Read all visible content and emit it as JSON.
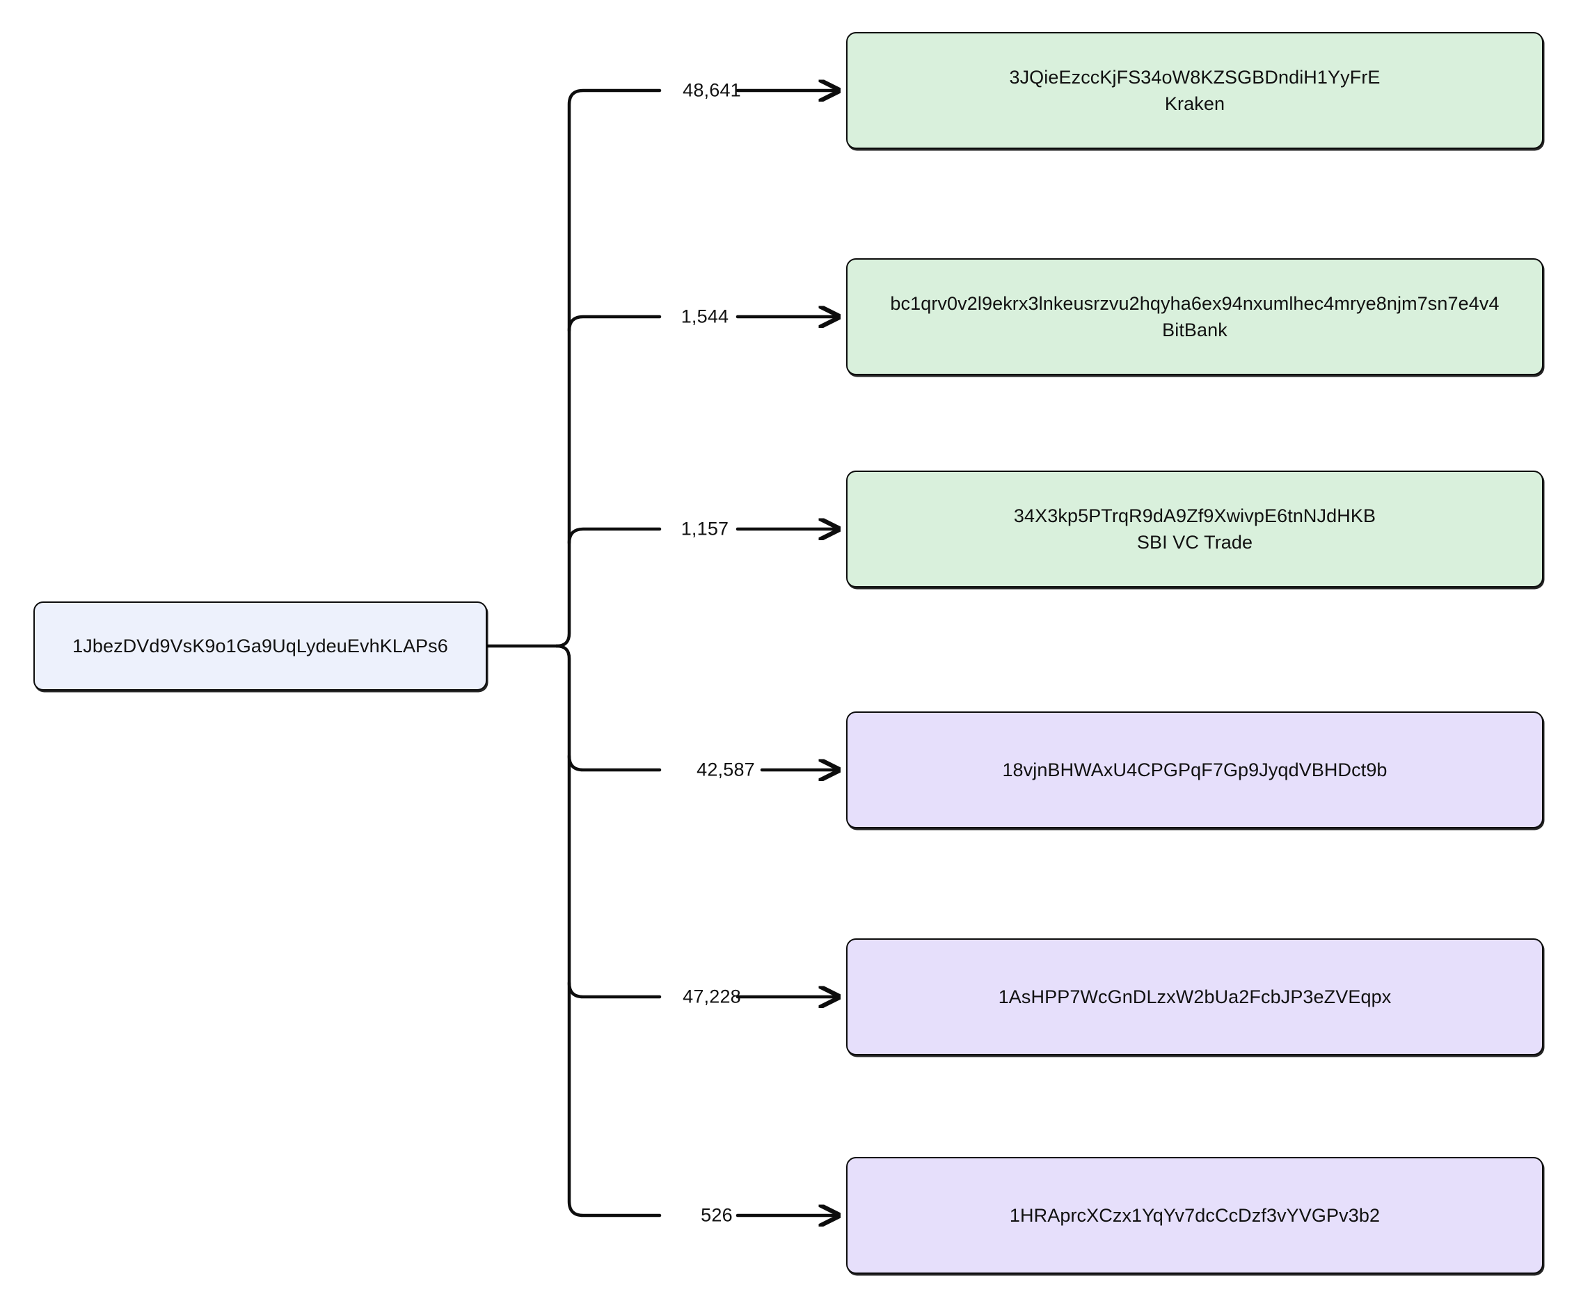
{
  "diagram": {
    "type": "transaction-flow-tree",
    "orientation": "left-to-right",
    "background_color": "#ffffff",
    "edge_color": "#0d0d0d",
    "colors": {
      "root_fill": "#edf1fc",
      "exchange_fill": "#d9f0dc",
      "plain_fill": "#e6dffb",
      "border": "#0d0d0d",
      "text": "#111111"
    },
    "root": {
      "address": "1JbezDVd9VsK9o1Ga9UqLydeuEvhKLAPs6",
      "entity": ""
    },
    "branches": [
      {
        "edge_label": "48,641",
        "address": "3JQieEzccKjFS34oW8KZSGBDndiH1YyFrE",
        "entity": "Kraken",
        "kind": "exchange"
      },
      {
        "edge_label": "1,544",
        "address": "bc1qrv0v2l9ekrx3lnkeusrzvu2hqyha6ex94nxumlhec4mrye8njm7sn7e4v4",
        "entity": "BitBank",
        "kind": "exchange"
      },
      {
        "edge_label": "1,157",
        "address": "34X3kp5PTrqR9dA9Zf9XwivpE6tnNJdHKB",
        "entity": "SBI VC Trade",
        "kind": "exchange"
      },
      {
        "edge_label": "42,587",
        "address": "18vjnBHWAxU4CPGPqF7Gp9JyqdVBHDct9b",
        "entity": "",
        "kind": "plain"
      },
      {
        "edge_label": "47,228",
        "address": "1AsHPP7WcGnDLzxW2bUa2FcbJP3eZVEqpx",
        "entity": "",
        "kind": "plain"
      },
      {
        "edge_label": "526",
        "address": "1HRAprcXCzx1YqYv7dcCcDzf3vYVGPv3b2",
        "entity": "",
        "kind": "plain"
      }
    ]
  }
}
